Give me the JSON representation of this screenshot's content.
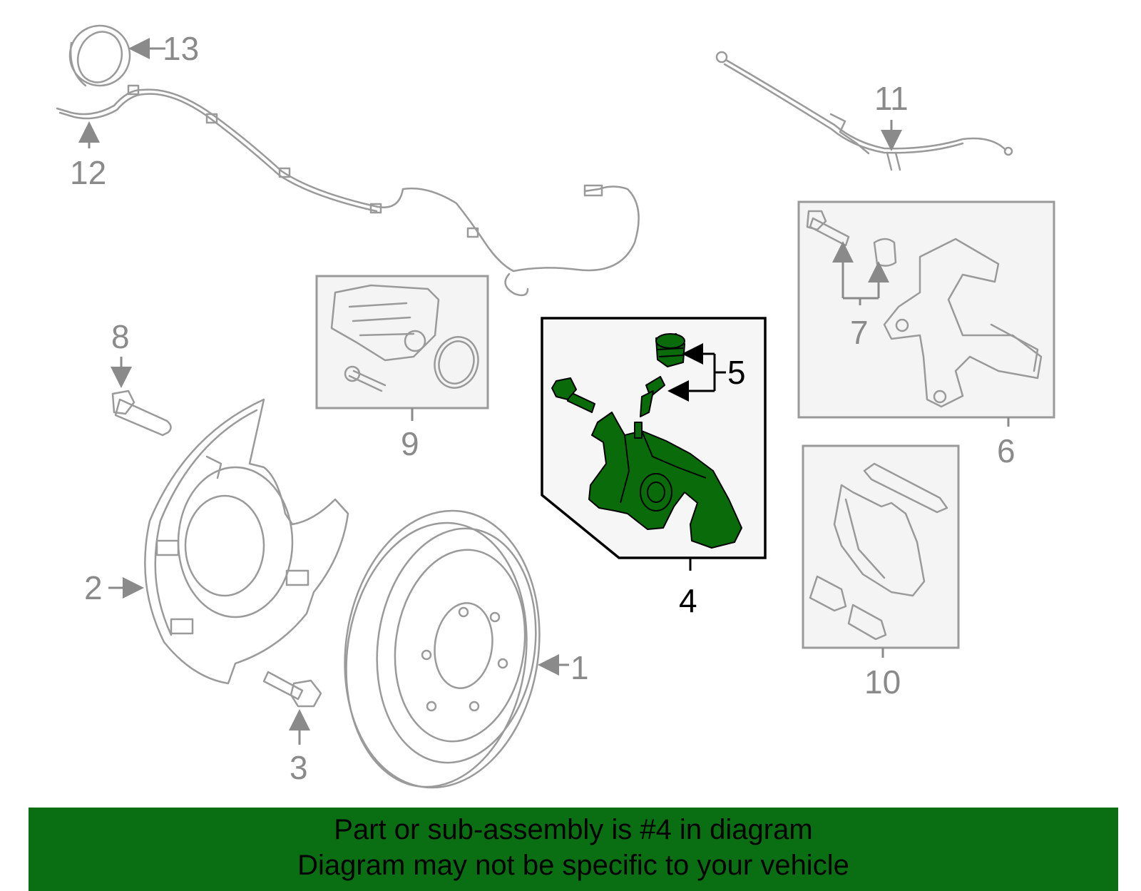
{
  "callouts": {
    "c1": "1",
    "c2": "2",
    "c3": "3",
    "c4": "4",
    "c5": "5",
    "c6": "6",
    "c7": "7",
    "c8": "8",
    "c9": "9",
    "c10": "10",
    "c11": "11",
    "c12": "12",
    "c13": "13"
  },
  "selected_part": "4",
  "colors": {
    "highlight": "#0a6b0a",
    "banner": "#0a6e12",
    "parts": "#9a9a9a"
  },
  "banner": {
    "line1": "Part or sub-assembly is #4 in diagram",
    "line2": "Diagram may not be specific to your vehicle"
  }
}
